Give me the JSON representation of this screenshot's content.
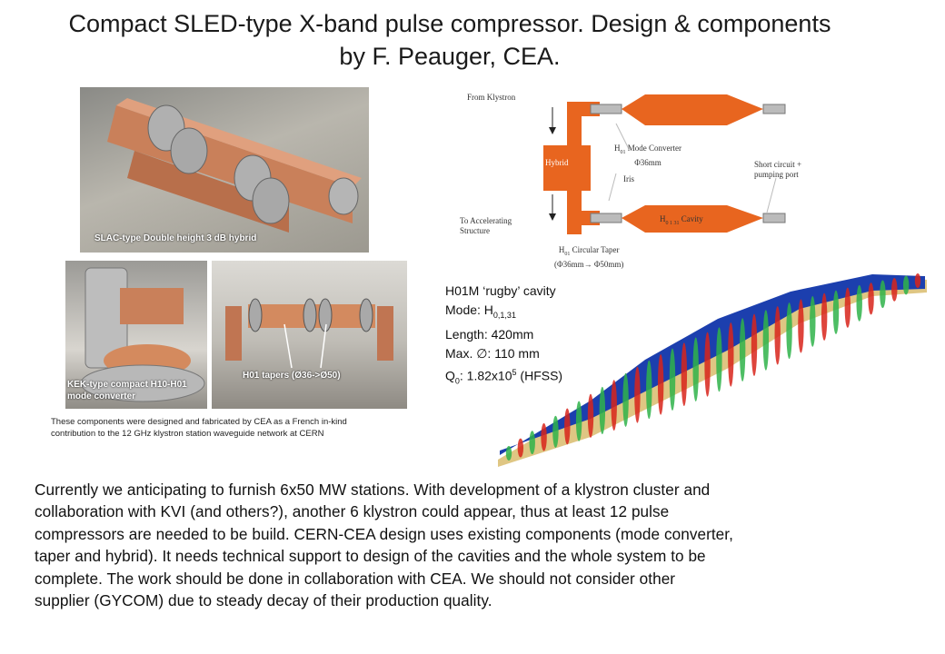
{
  "title": {
    "line1": "Compact SLED-type X-band pulse compressor. Design & components",
    "line2": "by F. Peauger, CEA."
  },
  "photos": {
    "hybrid_caption": "SLAC-type Double height 3 dB hybrid",
    "converter_caption_line1": "KEK-type compact H10-H01",
    "converter_caption_line2": "mode converter",
    "tapers_caption": "H01 tapers (Ø36->Ø50)"
  },
  "note": {
    "line1": "These components were designed and fabricated by CEA as a French in-kind",
    "line2": "contribution to the 12 GHz klystron station waveguide network at CERN"
  },
  "diagram": {
    "from_klystron": "From Klystron",
    "hybrid": "Hybrid",
    "mode_converter_line1": "Mode Converter",
    "mode_converter_prefix": "H",
    "mode_converter_sub": "01",
    "mode_converter_line2": "Φ36mm",
    "iris": "Iris",
    "short_circuit_line1": "Short circuit +",
    "short_circuit_line2": "pumping port",
    "to_acc_line1": "To Accelerating",
    "to_acc_line2": "Structure",
    "cavity_prefix": "H",
    "cavity_sub": "0 1 31",
    "cavity_suffix": "Cavity",
    "taper_prefix": "H",
    "taper_sub": "01",
    "taper_line1": "Circular Taper",
    "taper_line2": "(Φ36mm→ Φ50mm)"
  },
  "specs": {
    "name": "H01M ‘rugby’ cavity",
    "mode_label": "Mode: H",
    "mode_sub": "0,1,31",
    "length": "Length: 420mm",
    "max_diam": "Max. ∅: 110 mm",
    "q_label": "Q",
    "q_sub": "0",
    "q_value": ":  1.82x10",
    "q_exp": "5",
    "q_method": " (HFSS)"
  },
  "body_text": {
    "line1": "Currently we anticipating to furnish 6x50 MW stations. With development  of a klystron cluster and",
    "line2": "collaboration with KVI (and others?), another 6 klystron could appear, thus at least 12 pulse",
    "line3": "compressors are needed to be build.  CERN-CEA design uses existing components (mode converter,",
    "line4": "taper and hybrid). It needs technical support to design of the cavities and the whole system to be",
    "line5": "complete. The work should be done in collaboration with CEA. We should not consider other",
    "line6": "supplier (GYCOM) due to steady decay of their production quality."
  },
  "colors": {
    "copper": "#c9805a",
    "diagram_orange": "#e8651f",
    "field_blue": "#1c3fae",
    "field_red": "#d8251b"
  }
}
